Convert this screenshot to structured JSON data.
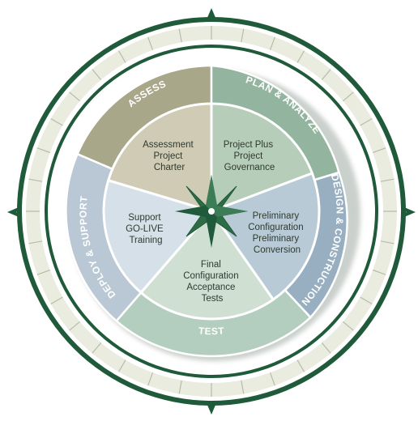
{
  "phases": [
    {
      "id": "assess",
      "outer_label": "ASSESS",
      "inner_lines": [
        "Assessment",
        "Project",
        "Charter"
      ],
      "colors": {
        "outer": "#a8a78a",
        "inner": "#cfcbb4"
      }
    },
    {
      "id": "plan",
      "outer_label": "PLAN & ANALYZE",
      "inner_lines": [
        "Project Plus",
        "Project",
        "Governance"
      ],
      "colors": {
        "outer": "#93b59f",
        "inner": "#b6ceb9"
      }
    },
    {
      "id": "design",
      "outer_label": "DESIGN & CONSTRUCTION",
      "inner_lines": [
        "Preliminary",
        "Configuration",
        "Preliminary",
        "Conversion"
      ],
      "colors": {
        "outer": "#97afc0",
        "inner": "#b7cad6"
      }
    },
    {
      "id": "test",
      "outer_label": "TEST",
      "inner_lines": [
        "Final",
        "Configuration",
        "Acceptance",
        "Tests"
      ],
      "colors": {
        "outer": "#b3cdbf",
        "inner": "#cfe0d3"
      }
    },
    {
      "id": "deploy",
      "outer_label": "DEPLOY & SUPPORT",
      "inner_lines": [
        "Support",
        "GO-LIVE",
        "Training"
      ],
      "colors": {
        "outer": "#b9c8d4",
        "inner": "#d6e0e8"
      }
    }
  ],
  "theme": {
    "dark_green": "#1f5a3a",
    "ring_light": "#e9ecdf",
    "ring_white": "#ffffff"
  }
}
